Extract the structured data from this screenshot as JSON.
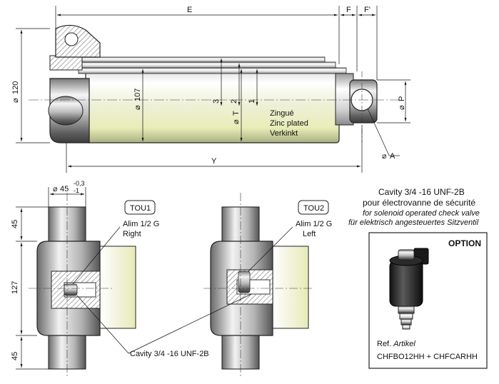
{
  "top_view": {
    "dim_E": "E",
    "dim_F": "F",
    "dim_F_prime": "F'",
    "dim_Y": "Y",
    "dia_120": "120",
    "dia_107": "107",
    "dia_T": "T",
    "dia_P": "P",
    "dia_A": "A",
    "stage_labels": [
      "3",
      "2",
      "1"
    ],
    "finish_fr": "Zingué",
    "finish_en": "Zinc plated",
    "finish_de": "Verkinkt"
  },
  "bottom_view": {
    "dia_45": "45",
    "tol_upper": "-0,3",
    "tol_lower": "-1",
    "dim_45_top": "45",
    "dim_127": "127",
    "dim_45_bottom": "45",
    "tou1": {
      "tag": "TOU1",
      "feed": "Alim 1/2 G",
      "side": "Right"
    },
    "tou2": {
      "tag": "TOU2",
      "feed": "Alim 1/2 G",
      "side": "Left"
    },
    "cavity_callout": "Cavity 3/4 -16 UNF-2B"
  },
  "cavity_info": {
    "title": "Cavity 3/4 -16 UNF-2B",
    "fr": "pour électrovanne de sécurité",
    "en": "for solenoid operated check valve",
    "de": "für elektrisch angesteuertes Sitzventil"
  },
  "option_box": {
    "label": "OPTION",
    "ref_prefix": "Ref.",
    "ref_italic": "Artikel",
    "part_numbers": "CHFBO12HH + CHFCARHH"
  }
}
